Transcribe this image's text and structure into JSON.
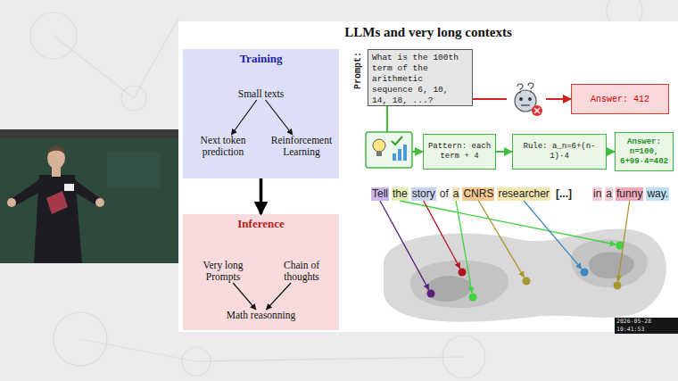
{
  "diagram": {
    "title": "LLMs and very long contexts",
    "nodes": [
      {
        "text": [
          "Training"
        ]
      },
      {
        "text": [
          "Small texts"
        ],
        "in": 0
      },
      {
        "text": [
          "Next token prediction"
        ],
        "in": 0
      },
      {
        "text": [
          "Reinforcement Learning"
        ],
        "in": 0
      },
      {
        "text": [
          "Inference"
        ]
      },
      {
        "text": [
          "Very long Prompts"
        ],
        "in": 4
      },
      {
        "text": [
          "Chain of thoughts"
        ],
        "in": 4
      },
      {
        "text": [
          "Math reasonning"
        ],
        "in": 4
      },
      {
        "text": [
          "Prompt:",
          "What is the 100th term of the arithmetic sequence 6, 10, 14, 18, ...?"
        ]
      },
      {
        "text": [
          "Answer: 412"
        ]
      },
      {
        "text": [
          "Pattern: each term + 4"
        ]
      },
      {
        "text": [
          "Rule: a_n=6+(n-1)·4"
        ]
      },
      {
        "text": [
          "Answer: n=100, 6+99·4=402"
        ]
      }
    ],
    "edges": [
      {
        "from": 1,
        "to": 2,
        "arrow": "to"
      },
      {
        "from": 1,
        "to": 3,
        "arrow": "to"
      },
      {
        "from": 0,
        "to": 4,
        "arrow": "to"
      },
      {
        "from": 5,
        "to": 7,
        "arrow": "to"
      },
      {
        "from": 6,
        "to": 7,
        "arrow": "to"
      },
      {
        "from": 8,
        "to": 9,
        "arrow": "to"
      },
      {
        "from": 8,
        "to": 10,
        "arrow": "to"
      },
      {
        "from": 10,
        "to": 11,
        "arrow": "to"
      },
      {
        "from": 11,
        "to": 12,
        "arrow": "to"
      }
    ],
    "labels": [
      "Tell",
      "the",
      "story",
      "of",
      "a",
      "CNRS",
      "researcher",
      "[...]",
      "in",
      "a",
      "funny",
      "way.",
      "2026-05-28 10:41:53"
    ]
  }
}
